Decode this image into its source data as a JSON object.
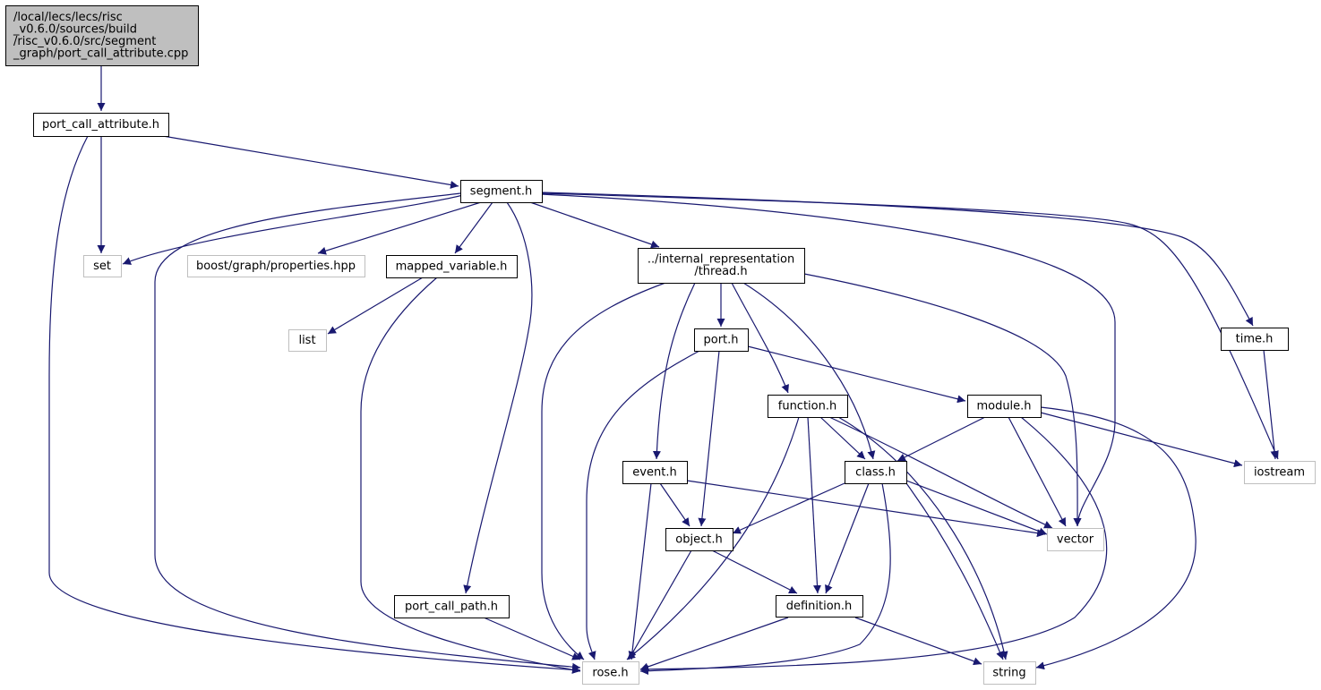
{
  "colors": {
    "root_fill": "#bfbfbf",
    "root_stroke": "#000000",
    "header_stroke": "#000000",
    "system_stroke": "#bfbfbf",
    "edge": "#191970",
    "background": "#ffffff"
  },
  "nodes": [
    {
      "id": "root",
      "kind": "root",
      "lines": [
        "/local/lecs/lecs/risc",
        "_v0.6.0/sources/build",
        "/risc_v0.6.0/src/segment",
        "_graph/port_call_attribute.cpp"
      ]
    },
    {
      "id": "port_call_attribute_h",
      "kind": "header",
      "lines": [
        "port_call_attribute.h"
      ]
    },
    {
      "id": "segment_h",
      "kind": "header",
      "lines": [
        "segment.h"
      ]
    },
    {
      "id": "set",
      "kind": "system",
      "lines": [
        "set"
      ]
    },
    {
      "id": "boost_graph_properties",
      "kind": "system",
      "lines": [
        "boost/graph/properties.hpp"
      ]
    },
    {
      "id": "mapped_variable_h",
      "kind": "header",
      "lines": [
        "mapped_variable.h"
      ]
    },
    {
      "id": "thread_h",
      "kind": "header",
      "lines": [
        "../internal_representation",
        "/thread.h"
      ]
    },
    {
      "id": "time_h",
      "kind": "header",
      "lines": [
        "time.h"
      ]
    },
    {
      "id": "list",
      "kind": "system",
      "lines": [
        "list"
      ]
    },
    {
      "id": "port_h",
      "kind": "header",
      "lines": [
        "port.h"
      ]
    },
    {
      "id": "function_h",
      "kind": "header",
      "lines": [
        "function.h"
      ]
    },
    {
      "id": "module_h",
      "kind": "header",
      "lines": [
        "module.h"
      ]
    },
    {
      "id": "event_h",
      "kind": "header",
      "lines": [
        "event.h"
      ]
    },
    {
      "id": "class_h",
      "kind": "header",
      "lines": [
        "class.h"
      ]
    },
    {
      "id": "iostream",
      "kind": "system",
      "lines": [
        "iostream"
      ]
    },
    {
      "id": "object_h",
      "kind": "header",
      "lines": [
        "object.h"
      ]
    },
    {
      "id": "vector",
      "kind": "system",
      "lines": [
        "vector"
      ]
    },
    {
      "id": "port_call_path_h",
      "kind": "header",
      "lines": [
        "port_call_path.h"
      ]
    },
    {
      "id": "definition_h",
      "kind": "header",
      "lines": [
        "definition.h"
      ]
    },
    {
      "id": "rose_h",
      "kind": "system",
      "lines": [
        "rose.h"
      ]
    },
    {
      "id": "string",
      "kind": "system",
      "lines": [
        "string"
      ]
    }
  ],
  "edges": [
    {
      "from": "root",
      "to": "port_call_attribute_h"
    },
    {
      "from": "port_call_attribute_h",
      "to": "segment_h"
    },
    {
      "from": "port_call_attribute_h",
      "to": "set"
    },
    {
      "from": "port_call_attribute_h",
      "to": "rose_h"
    },
    {
      "from": "segment_h",
      "to": "set"
    },
    {
      "from": "segment_h",
      "to": "rose_h"
    },
    {
      "from": "segment_h",
      "to": "boost_graph_properties"
    },
    {
      "from": "segment_h",
      "to": "mapped_variable_h"
    },
    {
      "from": "segment_h",
      "to": "port_call_path_h"
    },
    {
      "from": "segment_h",
      "to": "thread_h"
    },
    {
      "from": "segment_h",
      "to": "vector"
    },
    {
      "from": "segment_h",
      "to": "iostream"
    },
    {
      "from": "segment_h",
      "to": "time_h"
    },
    {
      "from": "mapped_variable_h",
      "to": "list"
    },
    {
      "from": "mapped_variable_h",
      "to": "rose_h"
    },
    {
      "from": "thread_h",
      "to": "rose_h"
    },
    {
      "from": "thread_h",
      "to": "event_h"
    },
    {
      "from": "thread_h",
      "to": "port_h"
    },
    {
      "from": "thread_h",
      "to": "function_h"
    },
    {
      "from": "thread_h",
      "to": "class_h"
    },
    {
      "from": "thread_h",
      "to": "vector"
    },
    {
      "from": "port_h",
      "to": "rose_h"
    },
    {
      "from": "port_h",
      "to": "object_h"
    },
    {
      "from": "port_h",
      "to": "module_h"
    },
    {
      "from": "function_h",
      "to": "rose_h"
    },
    {
      "from": "function_h",
      "to": "definition_h"
    },
    {
      "from": "function_h",
      "to": "class_h"
    },
    {
      "from": "function_h",
      "to": "vector"
    },
    {
      "from": "function_h",
      "to": "string"
    },
    {
      "from": "module_h",
      "to": "class_h"
    },
    {
      "from": "module_h",
      "to": "vector"
    },
    {
      "from": "module_h",
      "to": "rose_h"
    },
    {
      "from": "module_h",
      "to": "iostream"
    },
    {
      "from": "module_h",
      "to": "string"
    },
    {
      "from": "event_h",
      "to": "object_h"
    },
    {
      "from": "event_h",
      "to": "rose_h"
    },
    {
      "from": "event_h",
      "to": "vector"
    },
    {
      "from": "class_h",
      "to": "object_h"
    },
    {
      "from": "class_h",
      "to": "definition_h"
    },
    {
      "from": "class_h",
      "to": "vector"
    },
    {
      "from": "class_h",
      "to": "rose_h"
    },
    {
      "from": "class_h",
      "to": "string"
    },
    {
      "from": "object_h",
      "to": "definition_h"
    },
    {
      "from": "object_h",
      "to": "rose_h"
    },
    {
      "from": "port_call_path_h",
      "to": "rose_h"
    },
    {
      "from": "definition_h",
      "to": "rose_h"
    },
    {
      "from": "definition_h",
      "to": "string"
    },
    {
      "from": "time_h",
      "to": "iostream"
    }
  ]
}
